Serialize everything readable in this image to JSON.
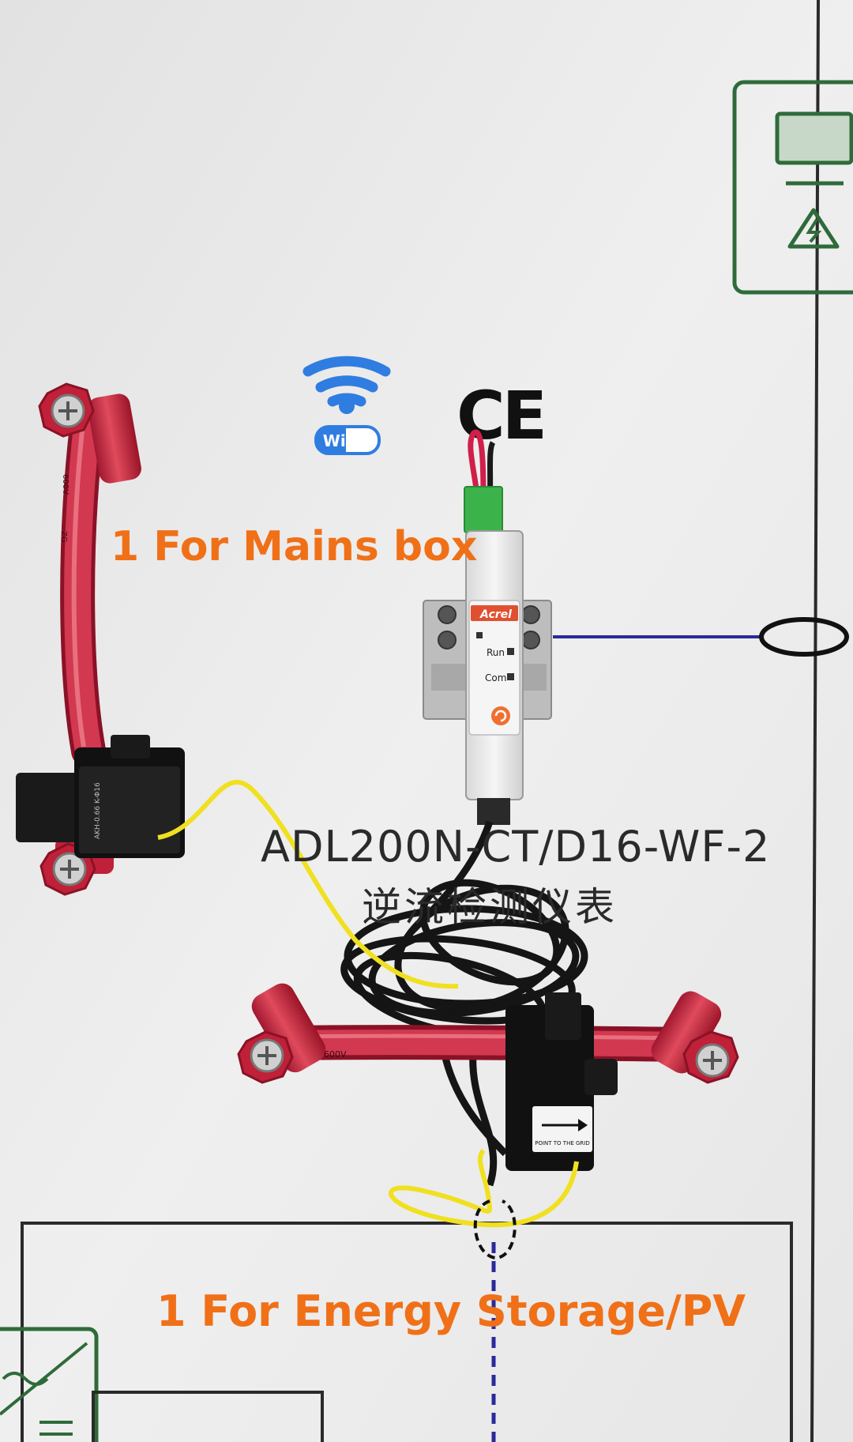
{
  "labels": {
    "mains": "1 For Mains box",
    "storage": "1 For Energy Storage/PV"
  },
  "board": {
    "model": "ADL200N-CT/D16-WF-2",
    "subtitle": "逆流检测仪表"
  },
  "badges": {
    "wifi": "Wi Fi",
    "ce": "CE"
  },
  "meter": {
    "brand": "Acrel",
    "run": "Run",
    "com": "Com"
  },
  "ct": {
    "arrow_text": "POINT TO THE GRID",
    "left_text": "AKH-0.66 K-Φ16",
    "cable_mark": "600V",
    "cable_mark2": "ZG"
  },
  "colors": {
    "label": "#f07018",
    "board_line": "#2f6b3a",
    "cable": "#c82840",
    "signal_wire": "#f0e020",
    "blue_line": "#2a2a9a"
  }
}
